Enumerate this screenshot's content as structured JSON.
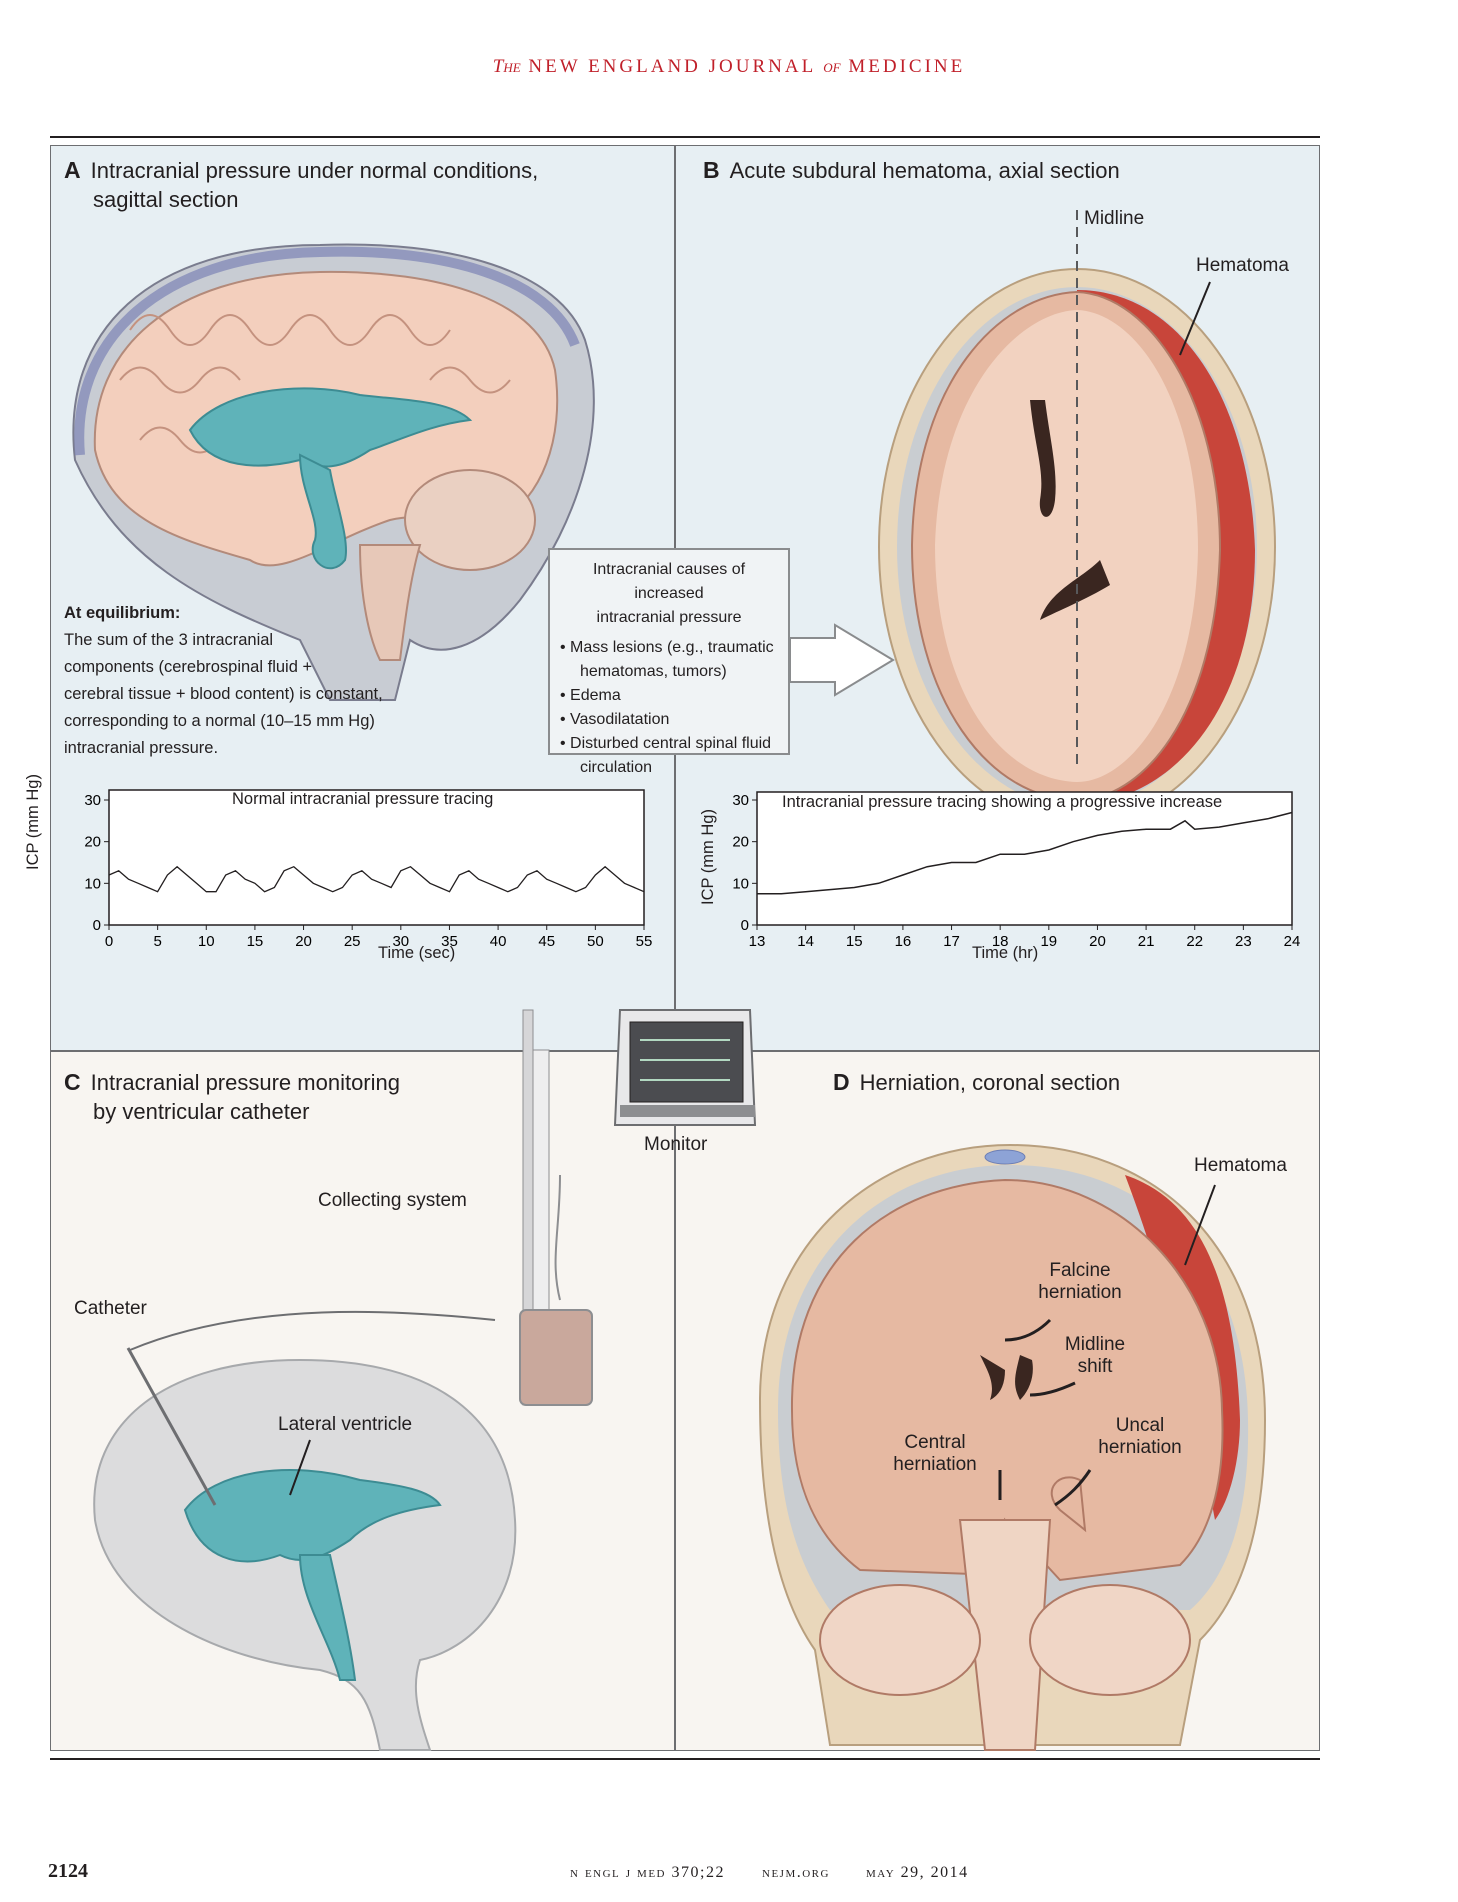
{
  "header": {
    "journal_article": "The",
    "journal_name": "NEW ENGLAND JOURNAL",
    "journal_of": "of",
    "journal_name2": "MEDICINE"
  },
  "panelA": {
    "letter": "A",
    "title": "Intracranial pressure under normal conditions,",
    "title2": "sagittal section",
    "equilibrium_heading": "At equilibrium:",
    "equilibrium_lines": [
      "The sum of the 3 intracranial",
      "components (cerebrospinal fluid +",
      "cerebral tissue + blood content) is constant,",
      "corresponding to a normal (10–15 mm Hg)",
      "intracranial pressure."
    ]
  },
  "panelB": {
    "letter": "B",
    "title": "Acute subdural hematoma, axial section",
    "midline_label": "Midline",
    "hematoma_label": "Hematoma"
  },
  "causes_box": {
    "heading1": "Intracranial causes of increased",
    "heading2": "intracranial pressure",
    "items": [
      "Mass lesions (e.g., traumatic",
      "hematomas, tumors)",
      "Edema",
      "Vasodilatation",
      "Disturbed central spinal fluid",
      "circulation"
    ]
  },
  "panelC": {
    "letter": "C",
    "title": "Intracranial pressure monitoring",
    "title2": "by ventricular catheter",
    "monitor_label": "Monitor",
    "collecting_label": "Collecting system",
    "catheter_label": "Catheter",
    "ventricle_label": "Lateral ventricle"
  },
  "panelD": {
    "letter": "D",
    "title": "Herniation, coronal section",
    "hematoma_label": "Hematoma",
    "falcine1": "Falcine",
    "falcine2": "herniation",
    "midline1": "Midline",
    "midline2": "shift",
    "uncal1": "Uncal",
    "uncal2": "herniation",
    "central1": "Central",
    "central2": "herniation"
  },
  "footer": {
    "page_number": "2124",
    "citation": "n engl j med 370;22",
    "site": "nejm.org",
    "date": "may 29, 2014"
  },
  "chart_data": [
    {
      "type": "line",
      "title": "Normal intracranial pressure tracing",
      "xlabel": "Time (sec)",
      "ylabel": "ICP (mm Hg)",
      "xlim": [
        0,
        55
      ],
      "ylim": [
        0,
        30
      ],
      "x_ticks": [
        "0",
        "5",
        "10",
        "15",
        "20",
        "25",
        "30",
        "35",
        "40",
        "45",
        "50",
        "55"
      ],
      "y_ticks": [
        "0",
        "10",
        "20",
        "30"
      ],
      "series": [
        {
          "x": [
            0,
            1,
            2,
            3,
            4,
            5,
            6,
            7,
            8,
            9,
            10,
            11,
            12,
            13,
            14,
            15,
            16,
            17,
            18,
            19,
            20,
            21,
            22,
            23,
            24,
            25,
            26,
            27,
            28,
            29,
            30,
            31,
            32,
            33,
            34,
            35,
            36,
            37,
            38,
            39,
            40,
            41,
            42,
            43,
            44,
            45,
            46,
            47,
            48,
            49,
            50,
            51,
            52,
            53,
            54,
            55
          ],
          "y": [
            12,
            13,
            11,
            10,
            9,
            8,
            12,
            14,
            12,
            10,
            8,
            8,
            12,
            13,
            11,
            10,
            8,
            9,
            13,
            14,
            12,
            10,
            9,
            8,
            9,
            12,
            13,
            11,
            10,
            9,
            13,
            14,
            12,
            10,
            9,
            8,
            12,
            13,
            11,
            10,
            9,
            8,
            9,
            12,
            13,
            11,
            10,
            9,
            8,
            9,
            12,
            14,
            12,
            10,
            9,
            8
          ]
        }
      ]
    },
    {
      "type": "line",
      "title": "Intracranial pressure tracing showing a progressive increase",
      "xlabel": "Time (hr)",
      "ylabel": "ICP (mm Hg)",
      "xlim": [
        13,
        24
      ],
      "ylim": [
        0,
        30
      ],
      "x_ticks": [
        "13",
        "14",
        "15",
        "16",
        "17",
        "18",
        "19",
        "20",
        "21",
        "22",
        "23",
        "24"
      ],
      "y_ticks": [
        "0",
        "10",
        "20",
        "30"
      ],
      "series": [
        {
          "x": [
            13,
            13.5,
            14,
            14.5,
            15,
            15.5,
            16,
            16.5,
            17,
            17.5,
            18,
            18.5,
            19,
            19.5,
            20,
            20.5,
            21,
            21.5,
            21.8,
            22,
            22.5,
            23,
            23.5,
            24
          ],
          "y": [
            7.5,
            7.5,
            8,
            8.5,
            9,
            10,
            12,
            14,
            15,
            15,
            17,
            17,
            18,
            20,
            21.5,
            22.5,
            23,
            23,
            25,
            23,
            23.5,
            24.5,
            25.5,
            27
          ]
        }
      ]
    }
  ]
}
